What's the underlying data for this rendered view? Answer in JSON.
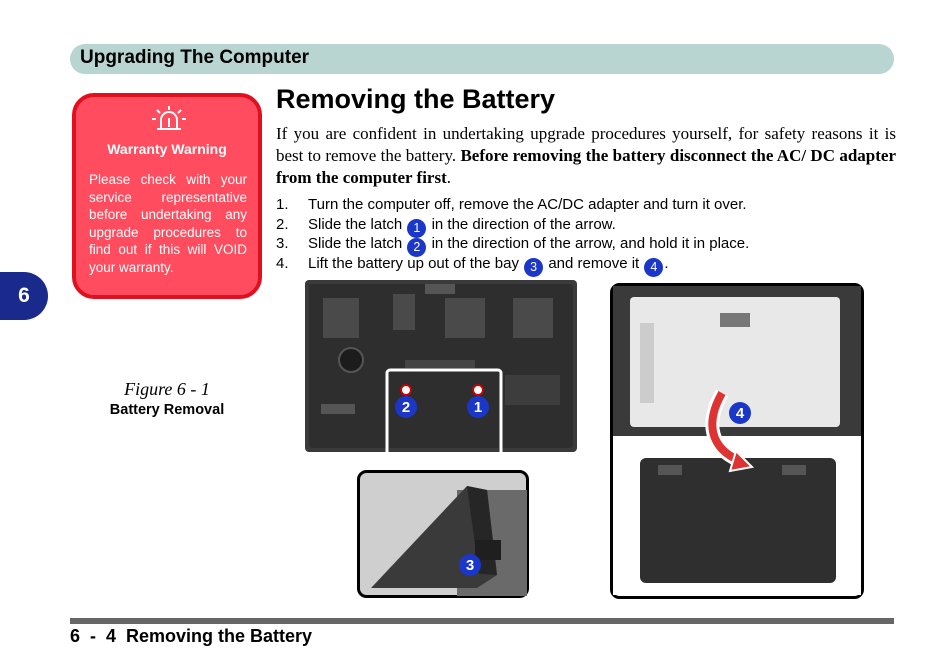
{
  "header": {
    "section_title": "Upgrading The Computer"
  },
  "chapter_tab": {
    "number": "6"
  },
  "warning": {
    "icon": "alarm-bell-icon",
    "title": "Warranty Warning",
    "body": "Please check with your service representative before undertaking any upgrade procedures to find out if this will VOID your warranty."
  },
  "page_title": "Removing the Battery",
  "intro": {
    "text": "If you are confident in undertaking upgrade procedures yourself, for safety reasons it is best to remove the battery. ",
    "bold_text": "Before removing the battery disconnect the AC/ DC adapter from the computer first",
    "end": "."
  },
  "steps": [
    {
      "num": "1.",
      "pre": "Turn the computer off, remove the AC/DC adapter and turn it over."
    },
    {
      "num": "2.",
      "pre": "Slide the latch ",
      "badge": "1",
      "post": " in the direction of the arrow."
    },
    {
      "num": "3.",
      "pre": "Slide the latch ",
      "badge": "2",
      "post": " in the direction of the arrow, and hold it in place."
    },
    {
      "num": "4.",
      "pre": "Lift the battery up out of the bay ",
      "badge": "3",
      "mid": " and remove it ",
      "badge2": "4",
      "post": "."
    }
  ],
  "figure": {
    "number": "Figure 6 - 1",
    "caption": "Battery Removal"
  },
  "photo_callouts": {
    "a": "2",
    "b": "1",
    "c": "3",
    "d": "4"
  },
  "colors": {
    "badge": "#1b37c9",
    "warning_bg": "#ff4c5e",
    "header_bg": "#b9d5d1",
    "tab_bg": "#1a2a8c"
  },
  "footer": {
    "text": "6  -  4  Removing the Battery"
  }
}
